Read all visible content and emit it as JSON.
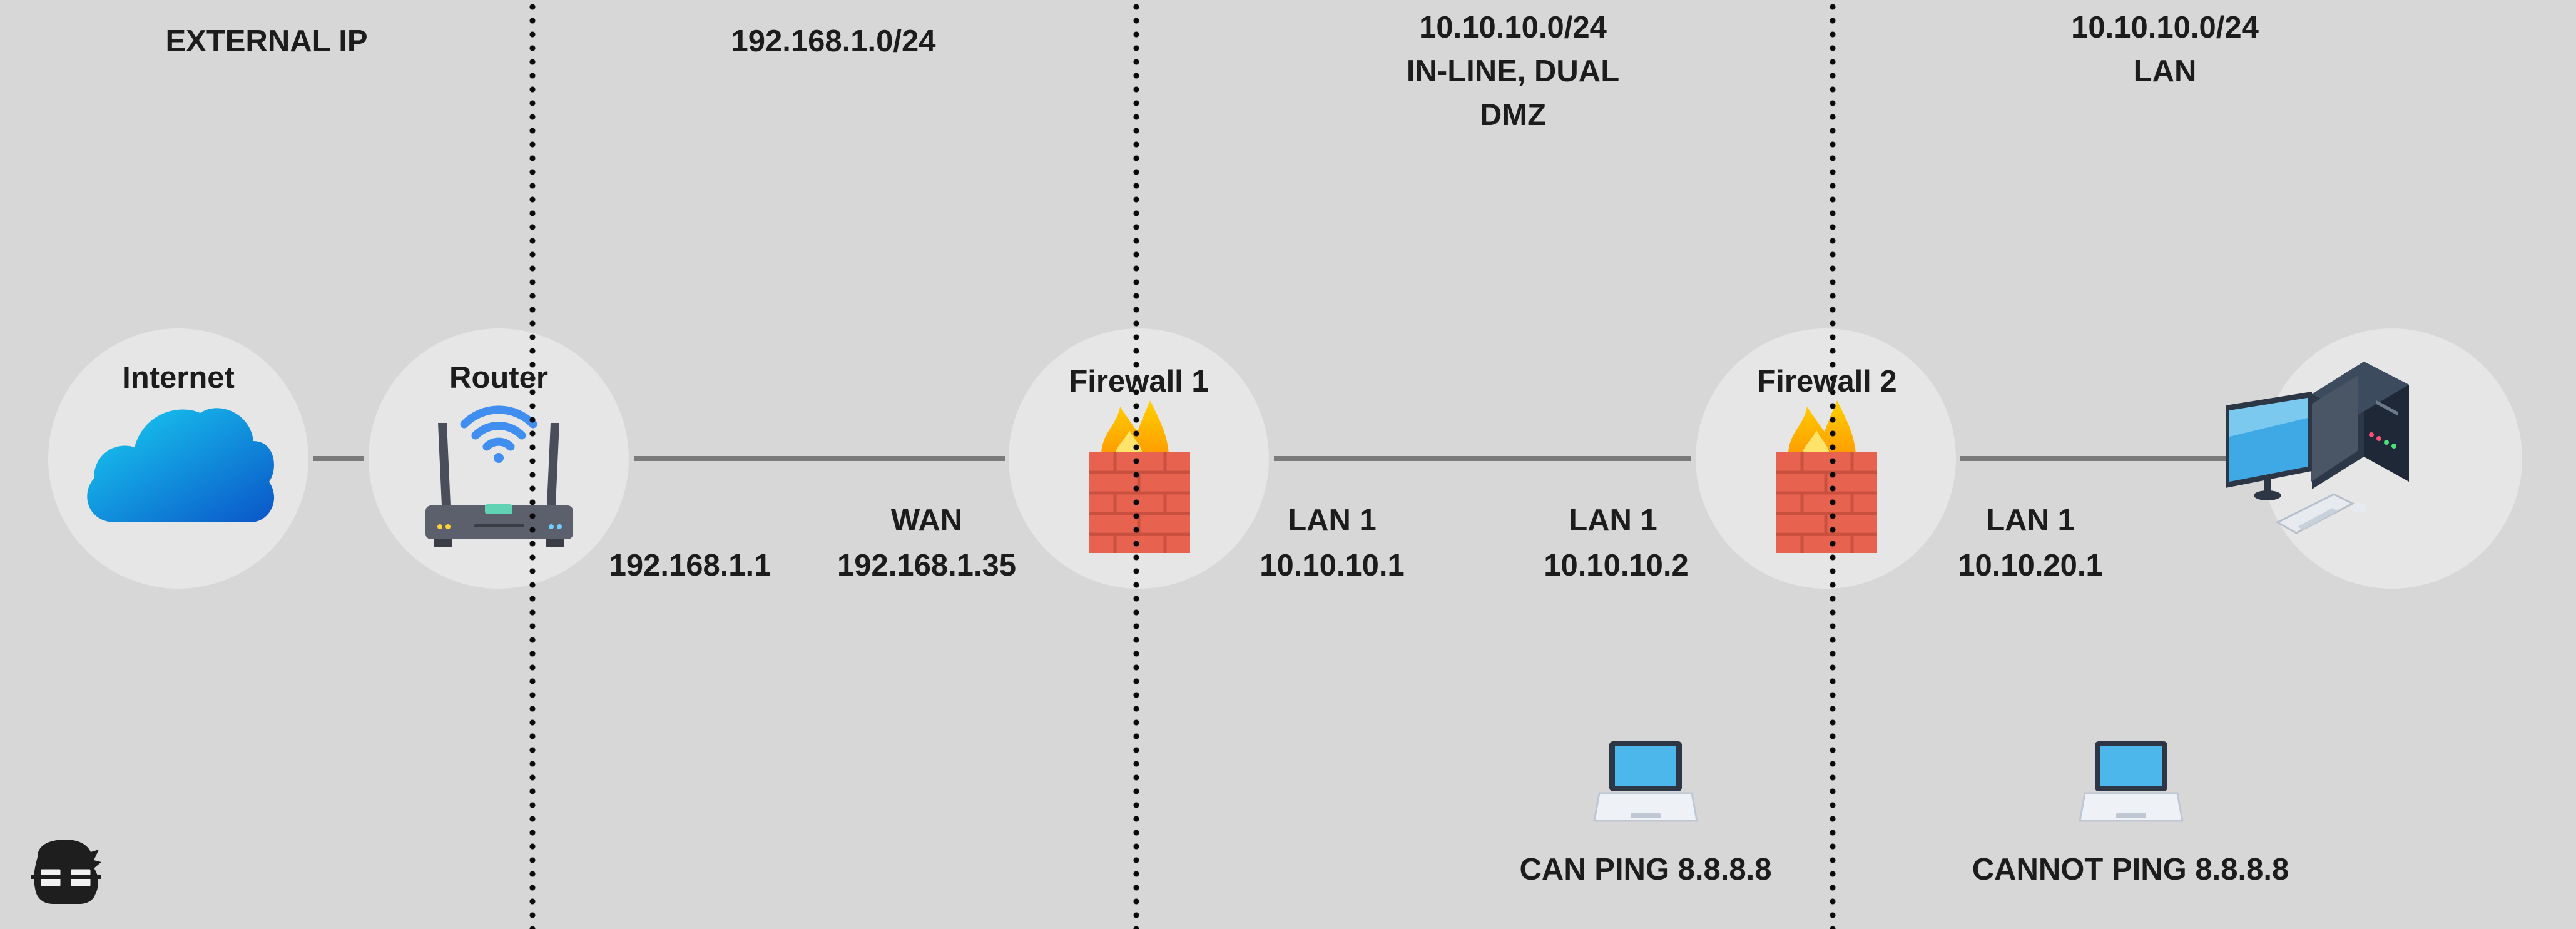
{
  "zones": {
    "external": {
      "title": "EXTERNAL IP"
    },
    "wan": {
      "title": "192.168.1.0/24"
    },
    "dmz": {
      "line1": "10.10.10.0/24",
      "line2": "IN-LINE, DUAL",
      "line3": "DMZ"
    },
    "lan": {
      "line1": "10.10.10.0/24",
      "line2": "LAN"
    }
  },
  "nodes": {
    "internet": {
      "label": "Internet",
      "icon": "cloud-icon"
    },
    "router": {
      "label": "Router",
      "icon": "wifi-router-icon"
    },
    "firewall1": {
      "label": "Firewall 1",
      "icon": "firewall-icon"
    },
    "firewall2": {
      "label": "Firewall 2",
      "icon": "firewall-icon"
    },
    "workstation": {
      "icon": "desktop-computer-icon"
    }
  },
  "interfaces": {
    "router_lan_ip": "192.168.1.1",
    "fw1_wan_name": "WAN",
    "fw1_wan_ip": "192.168.1.35",
    "fw1_lan_name": "LAN 1",
    "fw1_lan_ip": "10.10.10.1",
    "fw2_wan_name": "LAN 1",
    "fw2_wan_ip": "10.10.10.2",
    "fw2_lan_name": "LAN 1",
    "fw2_lan_ip": "10.10.20.1"
  },
  "hosts": {
    "dmz_laptop": {
      "icon": "laptop-icon",
      "status": "CAN PING 8.8.8.8"
    },
    "lan_laptop": {
      "icon": "laptop-icon",
      "status": "CANNOT PING 8.8.8.8"
    }
  },
  "logo": {
    "icon": "nerd-glasses-logo-icon"
  },
  "colors": {
    "background": "#d7d7d7",
    "node_circle": "#e6e6e6",
    "link": "#7a7a7a",
    "cloud": "#1b8fe6",
    "firewall_brick": "#e8634f",
    "flame": "#f7b500",
    "laptop_screen": "#4bb7ea"
  }
}
